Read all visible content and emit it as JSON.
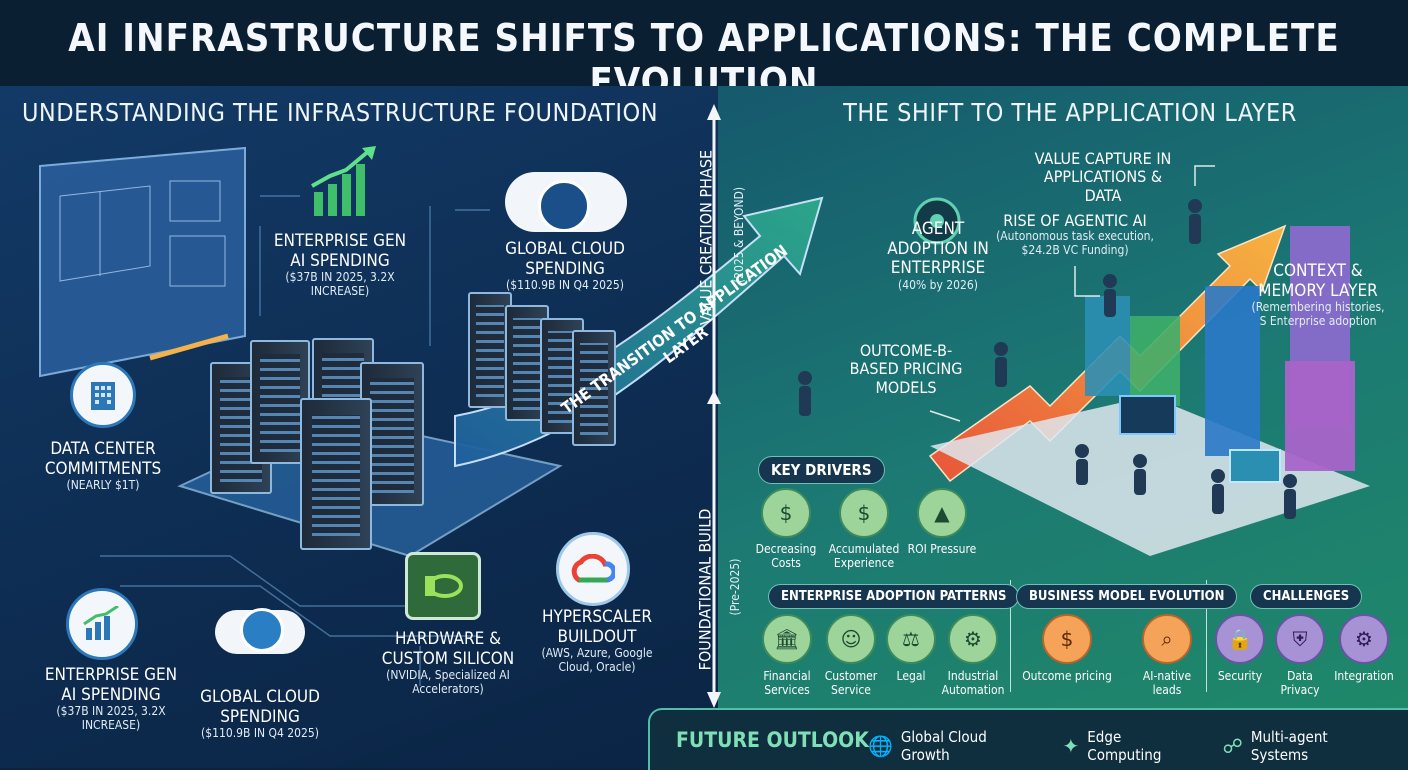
{
  "title": "AI INFRASTRUCTURE SHIFTS TO APPLICATIONS: THE COMPLETE EVOLUTION",
  "left": {
    "heading": "UNDERSTANDING THE INFRASTRUCTURE FOUNDATION",
    "enterprise_top": {
      "title": "ENTERPRISE GEN AI SPENDING",
      "detail": "($37B IN 2025, 3.2X INCREASE)"
    },
    "cloud_top": {
      "title": "GLOBAL CLOUD SPENDING",
      "detail": "($110.9B IN Q4 2025)"
    },
    "data_center": {
      "title": "DATA CENTER COMMITMENTS",
      "detail": "(NEARLY $1T)"
    },
    "enterprise_bottom": {
      "title": "ENTERPRISE GEN AI SPENDING",
      "detail": "($37B IN 2025, 3.2X INCREASE)"
    },
    "cloud_bottom": {
      "title": "GLOBAL CLOUD SPENDING",
      "detail": "($110.9B IN Q4 2025)"
    },
    "hardware": {
      "title": "HARDWARE & CUSTOM SILICON",
      "detail": "(NVIDIA, Specialized AI Accelerators)"
    },
    "hyperscaler": {
      "title": "HYPERSCALER BUILDOUT",
      "detail": "(AWS, Azure, Google Cloud, Oracle)"
    }
  },
  "timeline": {
    "value_phase": "VALUE CREATION PHASE",
    "value_years": "(2025 & BEYOND)",
    "foundation_phase": "FOUNDATIONAL BUILD",
    "foundation_years": "(Pre-2025)",
    "arrow_label": "THE TRANSITION TO APPLICATION LAYER"
  },
  "right": {
    "heading": "THE SHIFT TO THE APPLICATION LAYER",
    "value_capture": "VALUE CAPTURE IN APPLICATIONS & DATA",
    "agentic": {
      "title": "RISE OF AGENTIC AI",
      "detail": "(Autonomous task execution, $24.2B VC Funding)"
    },
    "agent_adoption": {
      "title": "AGENT ADOPTION IN ENTERPRISE",
      "detail": "(40% by 2026)"
    },
    "context": {
      "title": "CONTEXT & MEMORY LAYER",
      "detail": "(Remembering histories, S Enterprise adoption"
    },
    "outcome": "OUTCOME-B- BASED PRICING MODELS",
    "key_drivers": {
      "label": "KEY DRIVERS",
      "items": [
        {
          "label": "Decreasing Costs",
          "icon": "$"
        },
        {
          "label": "Accumulated Experience",
          "icon": "$"
        },
        {
          "label": "ROI Pressure",
          "icon": "▲"
        }
      ]
    },
    "adoption": {
      "label": "ENTERPRISE ADOPTION PATTERNS",
      "items": [
        {
          "label": "Financial Services",
          "icon": "🏛"
        },
        {
          "label": "Customer Service",
          "icon": "☺"
        },
        {
          "label": "Legal",
          "icon": "⚖"
        },
        {
          "label": "Industrial Automation",
          "icon": "⚙"
        }
      ]
    },
    "business": {
      "label": "BUSINESS MODEL EVOLUTION",
      "items": [
        {
          "label": "Outcome pricing",
          "icon": "$"
        },
        {
          "label": "AI-native leads",
          "icon": "⌕"
        }
      ]
    },
    "challenges": {
      "label": "CHALLENGES",
      "items": [
        {
          "label": "Security",
          "icon": "🔒"
        },
        {
          "label": "Data Privacy",
          "icon": "⛨"
        },
        {
          "label": "Integration",
          "icon": "⚙"
        }
      ]
    }
  },
  "outlook": {
    "label": "FUTURE OUTLOOK",
    "items": [
      {
        "label": "Global Cloud Growth",
        "icon": "🌐"
      },
      {
        "label": "Edge Computing",
        "icon": "✦"
      },
      {
        "label": "Multi-agent Systems",
        "icon": "☍"
      }
    ]
  },
  "colors": {
    "accent_teal": "#4fbfa8",
    "arrow_blue": "#2a7fc4",
    "arrow_orange": "#f07a3a"
  }
}
